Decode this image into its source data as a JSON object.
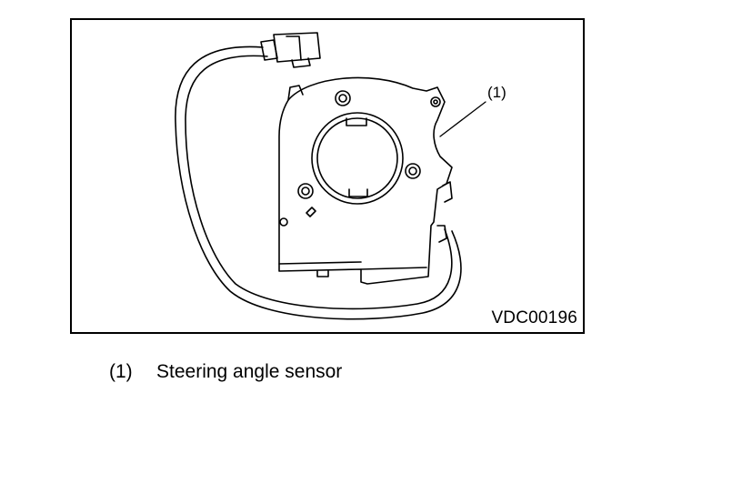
{
  "figure": {
    "callout": "(1)",
    "code": "VDC00196",
    "part_icon": "steering-angle-sensor-drawing"
  },
  "legend": [
    {
      "number": "(1)",
      "label": "Steering angle sensor"
    }
  ]
}
